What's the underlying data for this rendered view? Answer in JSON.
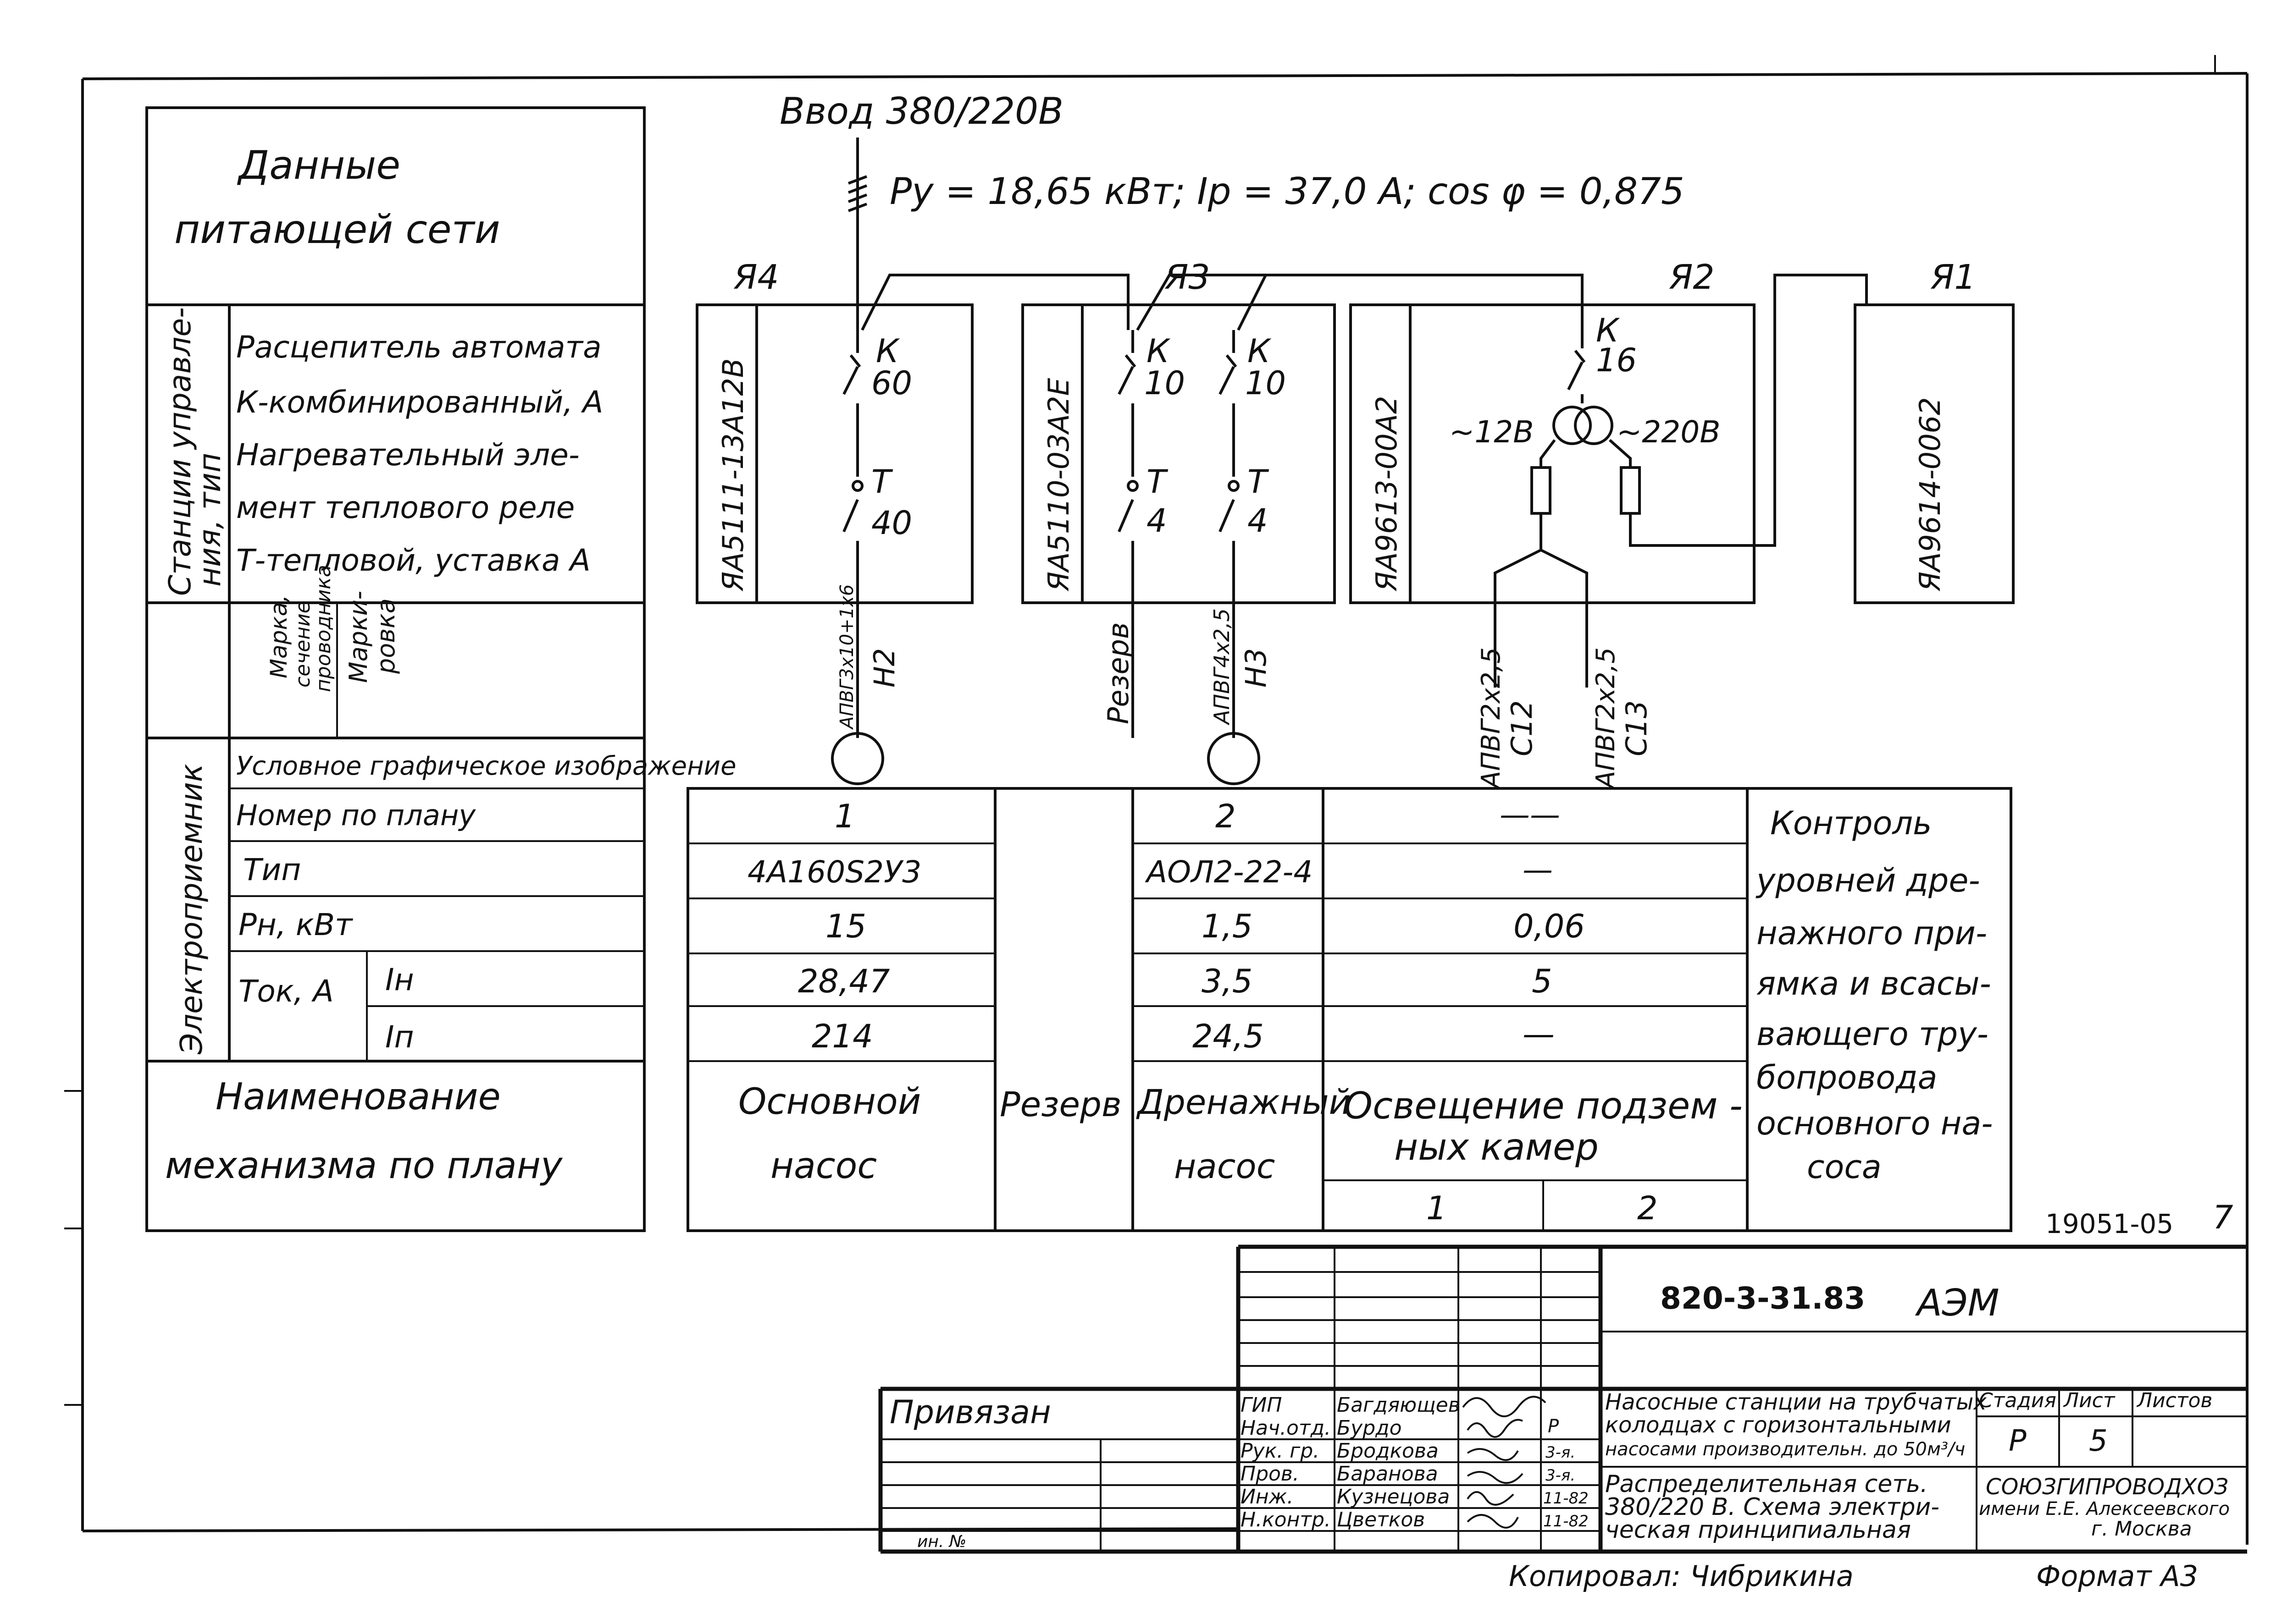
{
  "supply": {
    "title": "Ввод 380/220В",
    "params": "Pу = 18,65 кВт;  Iр = 37,0 А;  cos φ = 0,875"
  },
  "left_table": {
    "network_data_line1": "Данные",
    "network_data_line2": "питающей   сети",
    "stations_label_line1": "Станции управле-",
    "stations_label_line2": "ния, тип",
    "stations_text": [
      "Расцепитель автомата",
      "К-комбинированный, А",
      "Нагревательный эле-",
      "мент теплового реле",
      "Т-тепловой, уставка А"
    ],
    "cable_mark": [
      "Марка,",
      "сечение",
      "проводника"
    ],
    "cable_marking": [
      "Марки-",
      "ровка"
    ],
    "receiver_label": "Электроприемник",
    "rows": [
      "Условное графическое изображение",
      "Номер по плану",
      "Тип",
      "Рн, кВт",
      "Ток, А"
    ],
    "current_in": "Iн",
    "current_ip": "Iп",
    "mechanism_line1": "Наименование",
    "mechanism_line2": "механизма по плану"
  },
  "panels": [
    {
      "id": "Я4",
      "type": "ЯА5111-13А12В",
      "breakers": [
        {
          "k": "60",
          "t": "40"
        }
      ],
      "cable": "АПВГ3х10+1х6",
      "marking": "Н2"
    },
    {
      "id": "Я3",
      "type": "ЯА5110-03А2Е",
      "breakers": [
        {
          "k": "10",
          "t": "4"
        },
        {
          "k": "10",
          "t": "4"
        }
      ],
      "cable_reserve": "Резерв",
      "cable": "АПВГ4х2,5",
      "marking": "Н3"
    },
    {
      "id": "Я2",
      "type": "ЯА9613-00А2",
      "breakers": [
        {
          "k": "16"
        }
      ],
      "voltage_left": "~12В",
      "voltage_right": "~220В",
      "cables": [
        {
          "cable": "АПВГ2х2,5",
          "marking": "С12"
        },
        {
          "cable": "АПВГ2х2,5",
          "marking": "С13"
        }
      ]
    },
    {
      "id": "Я1",
      "type": "ЯА9614-0062"
    }
  ],
  "k_label": "К",
  "t_label": "Т",
  "receivers": {
    "num": [
      "1",
      "",
      "2",
      "——",
      ""
    ],
    "type": [
      "4А160S2У3",
      "",
      "АОЛ2-22-4",
      "—"
    ],
    "power": [
      "15",
      "",
      "1,5",
      "0,06"
    ],
    "in": [
      "28,47",
      "",
      "3,5",
      "5"
    ],
    "ip": [
      "214",
      "",
      "24,5",
      "—"
    ],
    "reserve": "Резерв",
    "names": {
      "main_pump": [
        "Основной",
        "насос"
      ],
      "drain_pump": [
        "Дренажный",
        "насос"
      ],
      "lighting": [
        "Освещение подзем -",
        "ных камер"
      ],
      "lighting_cols": [
        "1",
        "2"
      ],
      "control": [
        "Контроль",
        "уровней дре-",
        "нажного при-",
        "ямка и всасы-",
        "вающего тру-",
        "бопровода",
        "основного на-",
        "соса"
      ]
    }
  },
  "side_number": "19051-05",
  "sheet_index": "7",
  "stamp": {
    "tie": "Привязан",
    "code": "820-3-31.83",
    "mark": "АЭМ",
    "roles": [
      "ГИП",
      "Нач.отд.",
      "Рук. гр.",
      "Пров.",
      "Инж.",
      "Н.контр."
    ],
    "names": [
      "Багдяющев",
      "Бурдо",
      "Бродкова",
      "Баранова",
      "Кузнецова",
      "Цветков"
    ],
    "date_fragments": [
      "Р",
      "3-я.",
      "3-я.",
      "11-82",
      "11-82"
    ],
    "title_block_1": [
      "Насосные станции на трубчатых",
      "колодцах с горизонтальными",
      "насосами производительн. до 50м³/ч"
    ],
    "title_block_2": [
      "Распределительная сеть.",
      "380/220 В. Схема электри-",
      "ческая принципиальная"
    ],
    "stage_h": "Стадия",
    "sheet_h": "Лист",
    "sheets_h": "Листов",
    "stage": "Р",
    "sheet": "5",
    "org": [
      "СОЮЗГИПРОВОДХОЗ",
      "имени Е.Е. Алексеевского",
      "г. Москва"
    ],
    "inv": "ин. №",
    "copied": "Копировал: Чибрикина",
    "format": "Формат А3"
  }
}
